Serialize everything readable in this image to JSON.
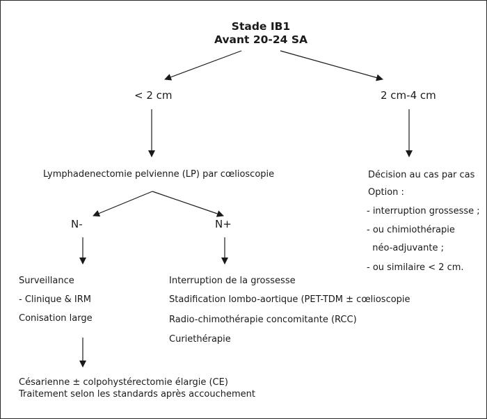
{
  "title": {
    "line1": "Stade IB1",
    "line2": "Avant 20-24 SA"
  },
  "branch_small": {
    "label": "< 2 cm",
    "step": "Lymphadenectomie pelvienne (LP) par cœlioscopie"
  },
  "branch_large": {
    "label": "2 cm-4 cm",
    "lines": [
      "Décision au cas par cas",
      "Option :",
      "- interruption grossesse ;",
      "- ou chimiothérapie",
      "  néo-adjuvante ;",
      "- ou similaire < 2 cm."
    ]
  },
  "n_minus": {
    "label": "N-",
    "lines": [
      "Surveillance",
      "- Clinique & IRM",
      "Conisation large"
    ]
  },
  "n_plus": {
    "label": "N+",
    "lines": [
      "Interruption de la grossesse",
      "Stadification lombo-aortique (PET-TDM ± cœlioscopie",
      "Radio-chimothérapie concomitante (RCC)",
      "Curiethérapie"
    ]
  },
  "final": {
    "lines": [
      "Césarienne ± colpohystérectomie élargie (CE)",
      "Traitement selon les standards après accouchement"
    ]
  },
  "colors": {
    "line": "#1a1a1a",
    "text": "#1a1a1a",
    "border": "#2a2a2a"
  }
}
